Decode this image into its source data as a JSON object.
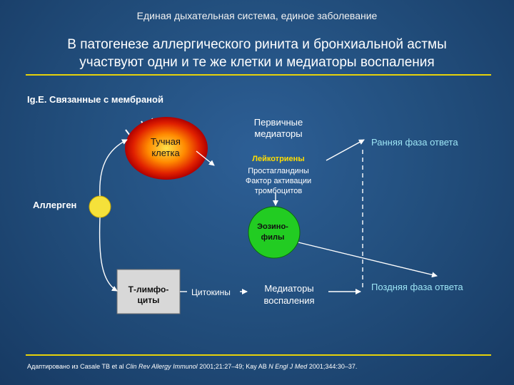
{
  "header": {
    "subtitle": "Единая дыхательная система, единое заболевание",
    "title_line1": "В патогенезе аллергического ринита и бронхиальной астмы",
    "title_line2": "участвуют одни и те же клетки и медиаторы воспаления"
  },
  "diagram": {
    "ige_label": "Ig.E. Связанные с мембраной",
    "mast_cell": "Тучная клетка",
    "primary_mediators": "Первичные медиаторы",
    "leukotrienes": "Лейкотриены",
    "prostaglandins": "Простагландины",
    "paf": "Фактор активации тромбоцитов",
    "early_phase": "Ранняя фаза ответа",
    "allergen": "Аллерген",
    "eosinophils_line1": "Эозино-",
    "eosinophils_line2": "филы",
    "t_cell_line1": "Т-лимфо-",
    "t_cell_line2": "циты",
    "cytokines": "Цитокины",
    "inflammation_mediators": "Медиаторы воспаления",
    "late_phase": "Поздняя фаза ответа"
  },
  "footer": {
    "ref_prefix": "Адаптировано из Casale TB et al ",
    "ref_journal1": "Clin Rev Allergy Immunol",
    "ref_mid": " 2001;21:27–49; Kay AB ",
    "ref_journal2": "N Engl J Med",
    "ref_suffix": " 2001;344:30–37."
  },
  "colors": {
    "background": "#23507f",
    "rule": "#e7d20a",
    "allergen_circle": "#f5e13a",
    "eosinophil_circle": "#22cc22",
    "phase_text": "#9de5f5",
    "leukotriene_text": "#ffdd00"
  }
}
